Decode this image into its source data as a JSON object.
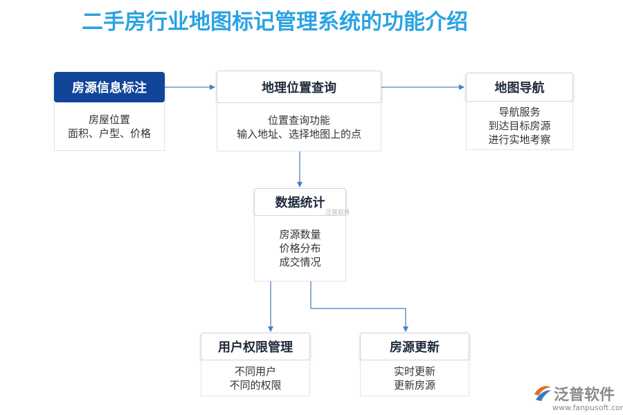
{
  "title": "二手房行业地图标记管理系统的功能介绍",
  "nodes": {
    "listing_marking": {
      "title": "房源信息标注",
      "lines": [
        "房屋位置",
        "面积、户型、价格"
      ]
    },
    "geo_query": {
      "title": "地理位置查询",
      "lines": [
        "位置查询功能",
        "输入地址、选择地图上的点"
      ]
    },
    "map_navigation": {
      "title": "地图导航",
      "lines": [
        "导航服务",
        "到达目标房源",
        "进行实地考察"
      ]
    },
    "data_stats": {
      "title": "数据统计",
      "lines": [
        "房源数量",
        "价格分布",
        "成交情况"
      ]
    },
    "user_permissions": {
      "title": "用户权限管理",
      "lines": [
        "不同用户",
        "不同的权限"
      ]
    },
    "listing_update": {
      "title": "房源更新",
      "lines": [
        "实时更新",
        "更新房源"
      ]
    }
  },
  "watermark": "泛普软件",
  "logo": {
    "name": "泛普软件",
    "url": "www.fanpusoft.com"
  },
  "colors": {
    "title": "#2aa3e2",
    "primary": "#10459a",
    "connector": "#4a7fc1"
  }
}
